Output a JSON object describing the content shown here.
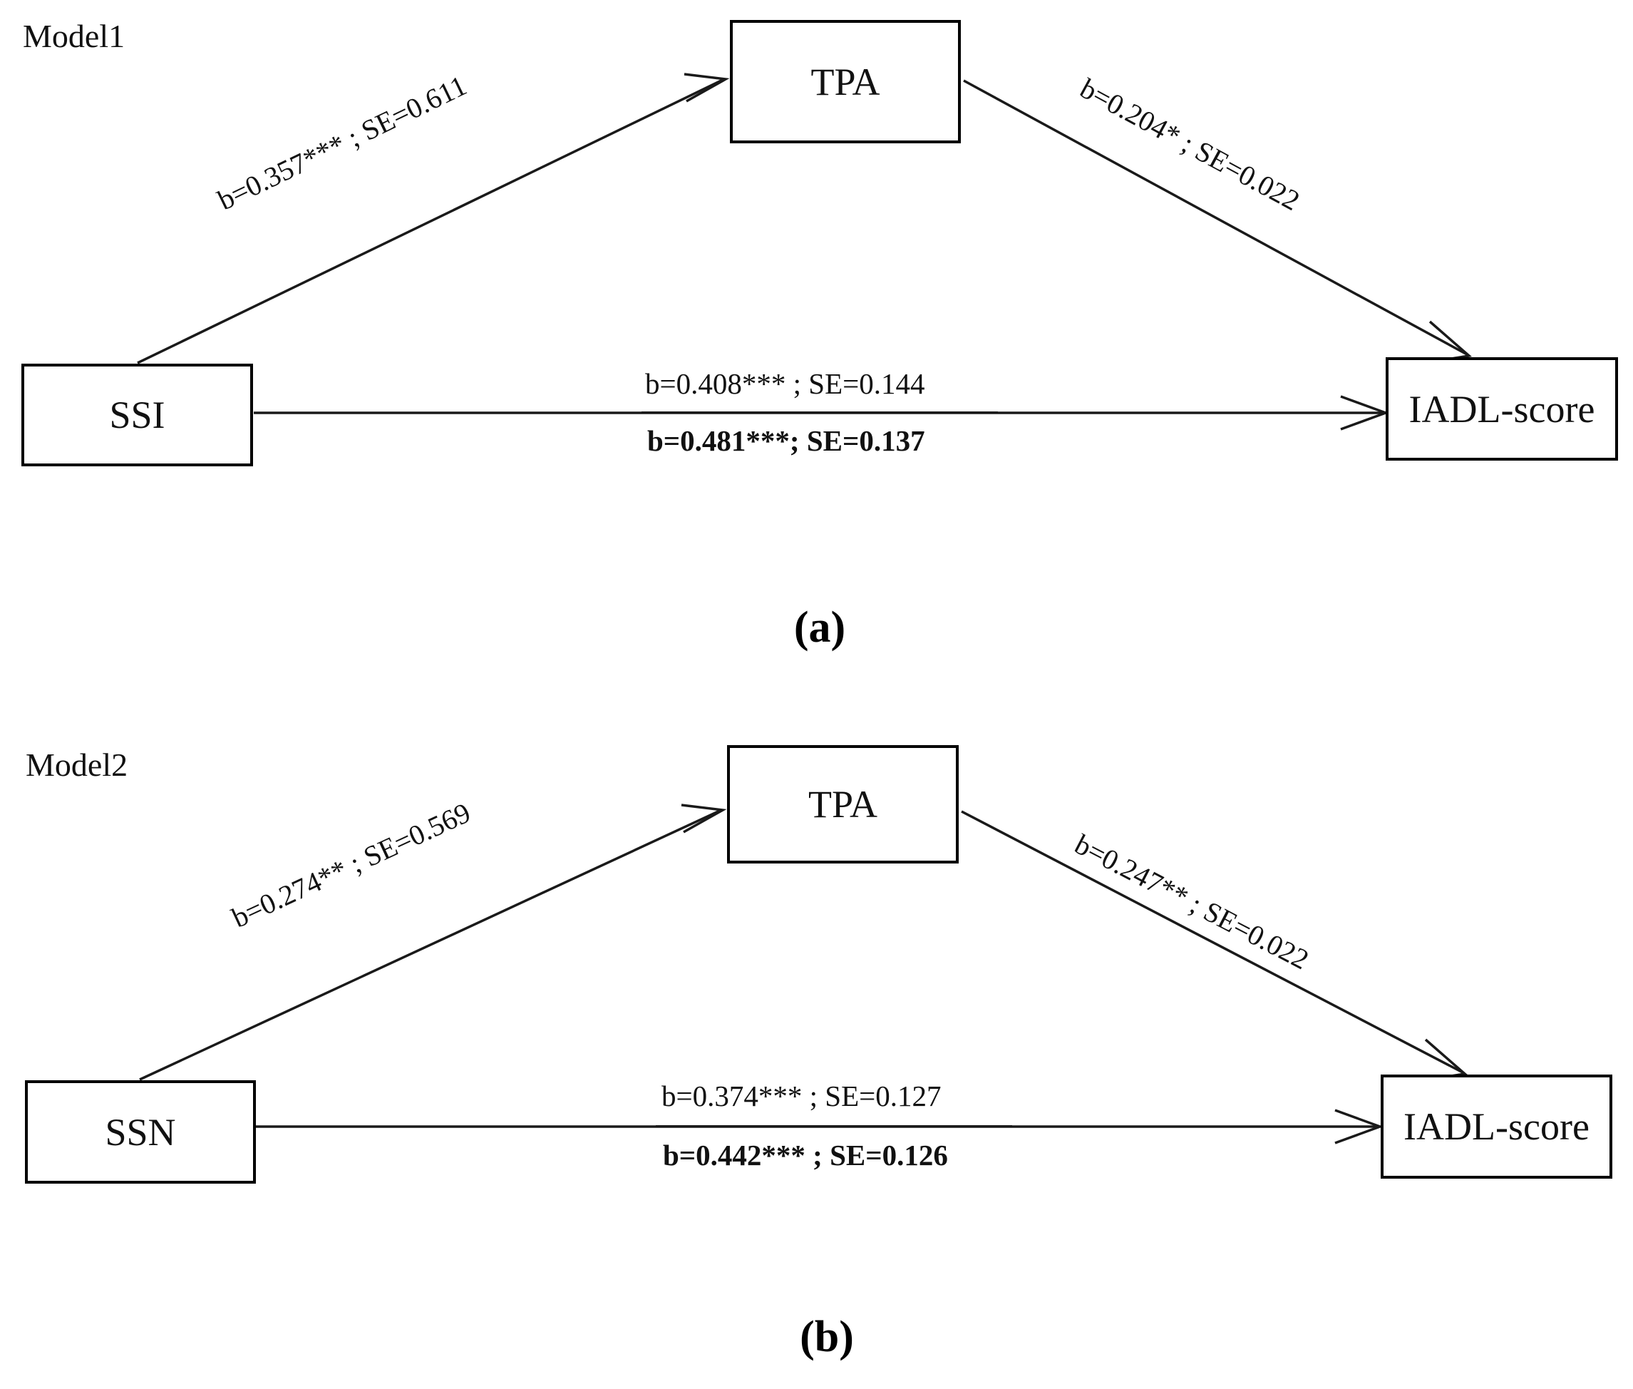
{
  "figure": {
    "type": "mediation-path-diagram",
    "background_color": "#ffffff",
    "line_color": "#000000"
  },
  "panels": [
    {
      "id": "panel-a",
      "model_tag": "Model1",
      "caption": "(a)",
      "nodes": {
        "predictor": "SSI",
        "mediator": "TPA",
        "outcome": "IADL-score"
      },
      "paths": {
        "a_path": "b=0.357*** ; SE=0.611",
        "b_path": "b=0.204* ; SE=0.022",
        "direct_effect": "b=0.408*** ; SE=0.144",
        "total_effect": "b=0.481***; SE=0.137"
      }
    },
    {
      "id": "panel-b",
      "model_tag": "Model2",
      "caption": "(b)",
      "nodes": {
        "predictor": "SSN",
        "mediator": "TPA",
        "outcome": "IADL-score"
      },
      "paths": {
        "a_path": "b=0.274** ; SE=0.569",
        "b_path": "b=0.247** ; SE=0.022",
        "direct_effect": "b=0.374*** ; SE=0.127",
        "total_effect": "b=0.442*** ; SE=0.126"
      }
    }
  ]
}
